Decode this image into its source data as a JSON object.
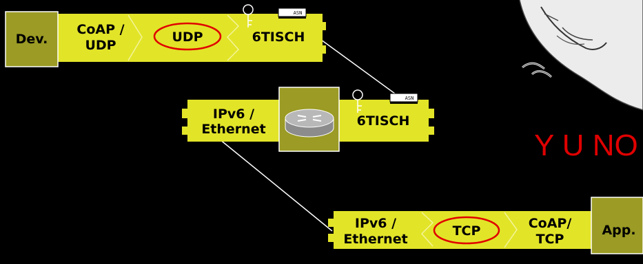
{
  "stacks": {
    "top": {
      "endpoint": "Dev.",
      "layers": [
        {
          "line1": "CoAP /",
          "line2": "UDP"
        },
        {
          "line1": "UDP",
          "line2": ""
        },
        {
          "line1": "6TISCH",
          "line2": ""
        }
      ],
      "badge": "ASN"
    },
    "middle": {
      "layers": [
        {
          "line1": "IPv6 /",
          "line2": "Ethernet"
        },
        {
          "line1": "6TISCH",
          "line2": ""
        }
      ],
      "badge": "ASN"
    },
    "bottom": {
      "endpoint": "App.",
      "layers": [
        {
          "line1": "IPv6 /",
          "line2": "Ethernet"
        },
        {
          "line1": "TCP",
          "line2": ""
        },
        {
          "line1": "CoAP/",
          "line2": "TCP"
        }
      ]
    }
  },
  "caption": "Y U NO",
  "colors": {
    "background": "#000000",
    "piece": "#e2e428",
    "endpoint": "#9b9b25",
    "router_box": "#9b9b25",
    "highlight_ring": "#e00000",
    "caption": "#e00000"
  },
  "icons": [
    "key-icon",
    "asn-chip-icon",
    "router-icon",
    "meme-face-icon"
  ]
}
